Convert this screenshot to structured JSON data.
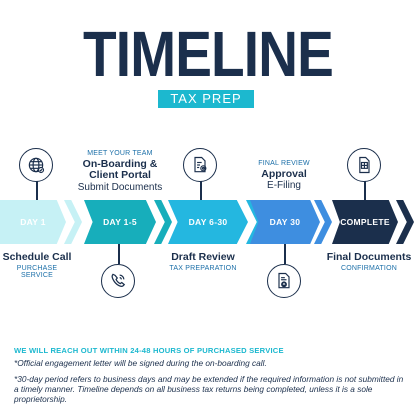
{
  "header": {
    "title": "TIMELINE",
    "subtitle": "TAX PREP"
  },
  "phases": [
    {
      "label": "DAY 1",
      "color": "#c6f1f5",
      "text_color": "#ffffff"
    },
    {
      "label": "DAY 1-5",
      "color": "#17aebb",
      "text_color": "#ffffff"
    },
    {
      "label": "DAY 6-30",
      "color": "#24b7e0",
      "text_color": "#ffffff"
    },
    {
      "label": "DAY 30",
      "color": "#3e8ee0",
      "text_color": "#ffffff"
    },
    {
      "label": "COMPLETE",
      "color": "#1b2f4c",
      "text_color": "#ffffff"
    }
  ],
  "steps": {
    "day1": {
      "title": "Schedule Call",
      "caption": "PURCHASE SERVICE"
    },
    "day1_5": {
      "caption": "MEET YOUR TEAM",
      "line1": "On-Boarding &",
      "line2": "Client Portal",
      "line3": "Submit Documents"
    },
    "day6_30": {
      "title": "Draft Review",
      "caption": "TAX PREPARATION"
    },
    "day30": {
      "caption": "FINAL REVIEW",
      "title": "Approval",
      "line": "E-Filing"
    },
    "complete": {
      "title": "Final Documents",
      "caption": "CONFIRMATION"
    }
  },
  "icons": {
    "day1": "globe-icon",
    "day1_5": "phone-icon",
    "day6_30": "document-gear-icon",
    "day30": "document-upload-icon",
    "complete": "document-icon"
  },
  "notes": {
    "headline": "WE WILL REACH OUT WITHIN 24-48 HOURS OF PURCHASED SERVICE",
    "line1": "*Official engagement letter will be signed during the on-boarding call.",
    "line2": "*30-day period refers to business days and may be extended if the required information is not submitted in a timely manner. Timeline depends on all business tax returns being completed, unless it is a sole proprietorship."
  }
}
